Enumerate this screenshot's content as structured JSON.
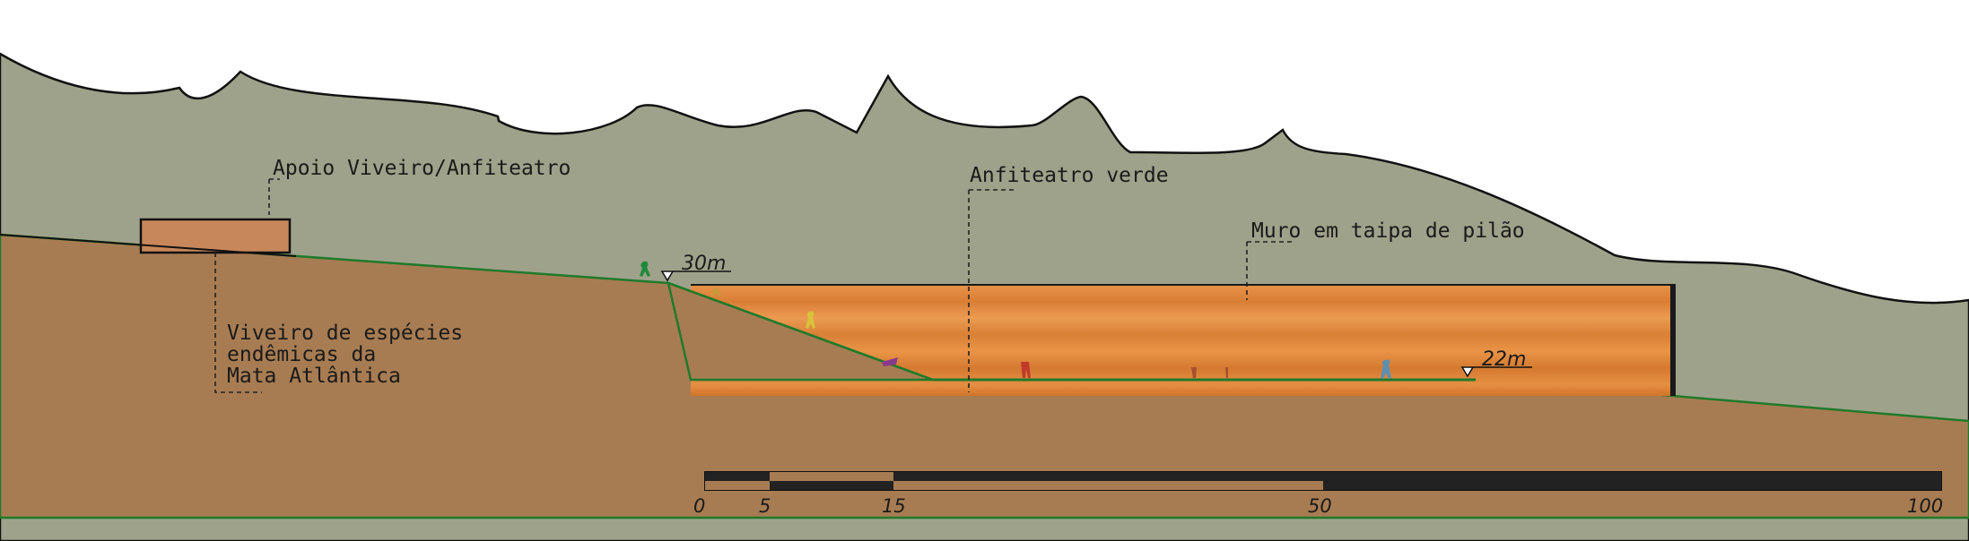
{
  "labels": {
    "apoio": "Apoio Viveiro/Anfiteatro",
    "anfiteatro": "Anfiteatro verde",
    "muro": "Muro em taipa de pilão",
    "viveiro_line1": "Viveiro de espécies",
    "viveiro_line2": "endêmicas da",
    "viveiro_line3": "Mata Atlântica"
  },
  "levels": {
    "upper": "30m",
    "lower": "22m"
  },
  "scale_bar": {
    "ticks": [
      "0",
      "5",
      "15",
      "50",
      "100"
    ]
  },
  "colors": {
    "sky": "#ffffff",
    "hills": "#9fa28a",
    "ground": "#a87c52",
    "wall": "#de8a3e",
    "building": "#c8875a",
    "grass_line": "#1f7a2a",
    "scale_dark": "#222222",
    "scale_light": "#a87c52"
  }
}
